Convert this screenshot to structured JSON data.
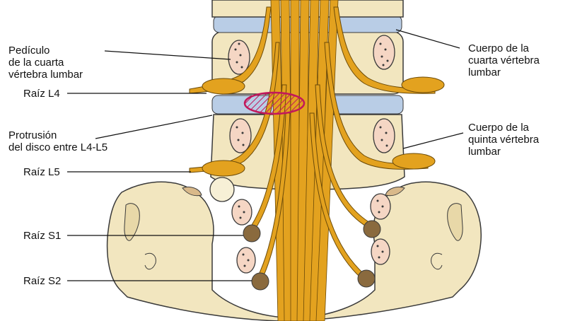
{
  "labels": {
    "pediculo": [
      "Pedículo",
      "de la cuarta",
      "vértebra lumbar"
    ],
    "raiz_l4": "Raíz L4",
    "protrusion": [
      "Protrusión",
      "del disco entre L4-L5"
    ],
    "raiz_l5": "Raíz L5",
    "raiz_s1": "Raíz S1",
    "raiz_s2": "Raíz S2",
    "cuerpo_cuarta": [
      "Cuerpo de la",
      "cuarta vértebra",
      "lumbar"
    ],
    "cuerpo_quinta": [
      "Cuerpo de la",
      "quinta vértebra",
      "lumbar"
    ]
  },
  "colors": {
    "bone": "#f2e6bf",
    "bone_outline": "#3a3a3a",
    "disc": "#b9cde6",
    "nerve": "#e3a21f",
    "nerve_outline": "#6b4a08",
    "pedicle": "#f5d6c4",
    "root_ganglion": "#8a6a3e",
    "herniation": "#d13a6a"
  }
}
